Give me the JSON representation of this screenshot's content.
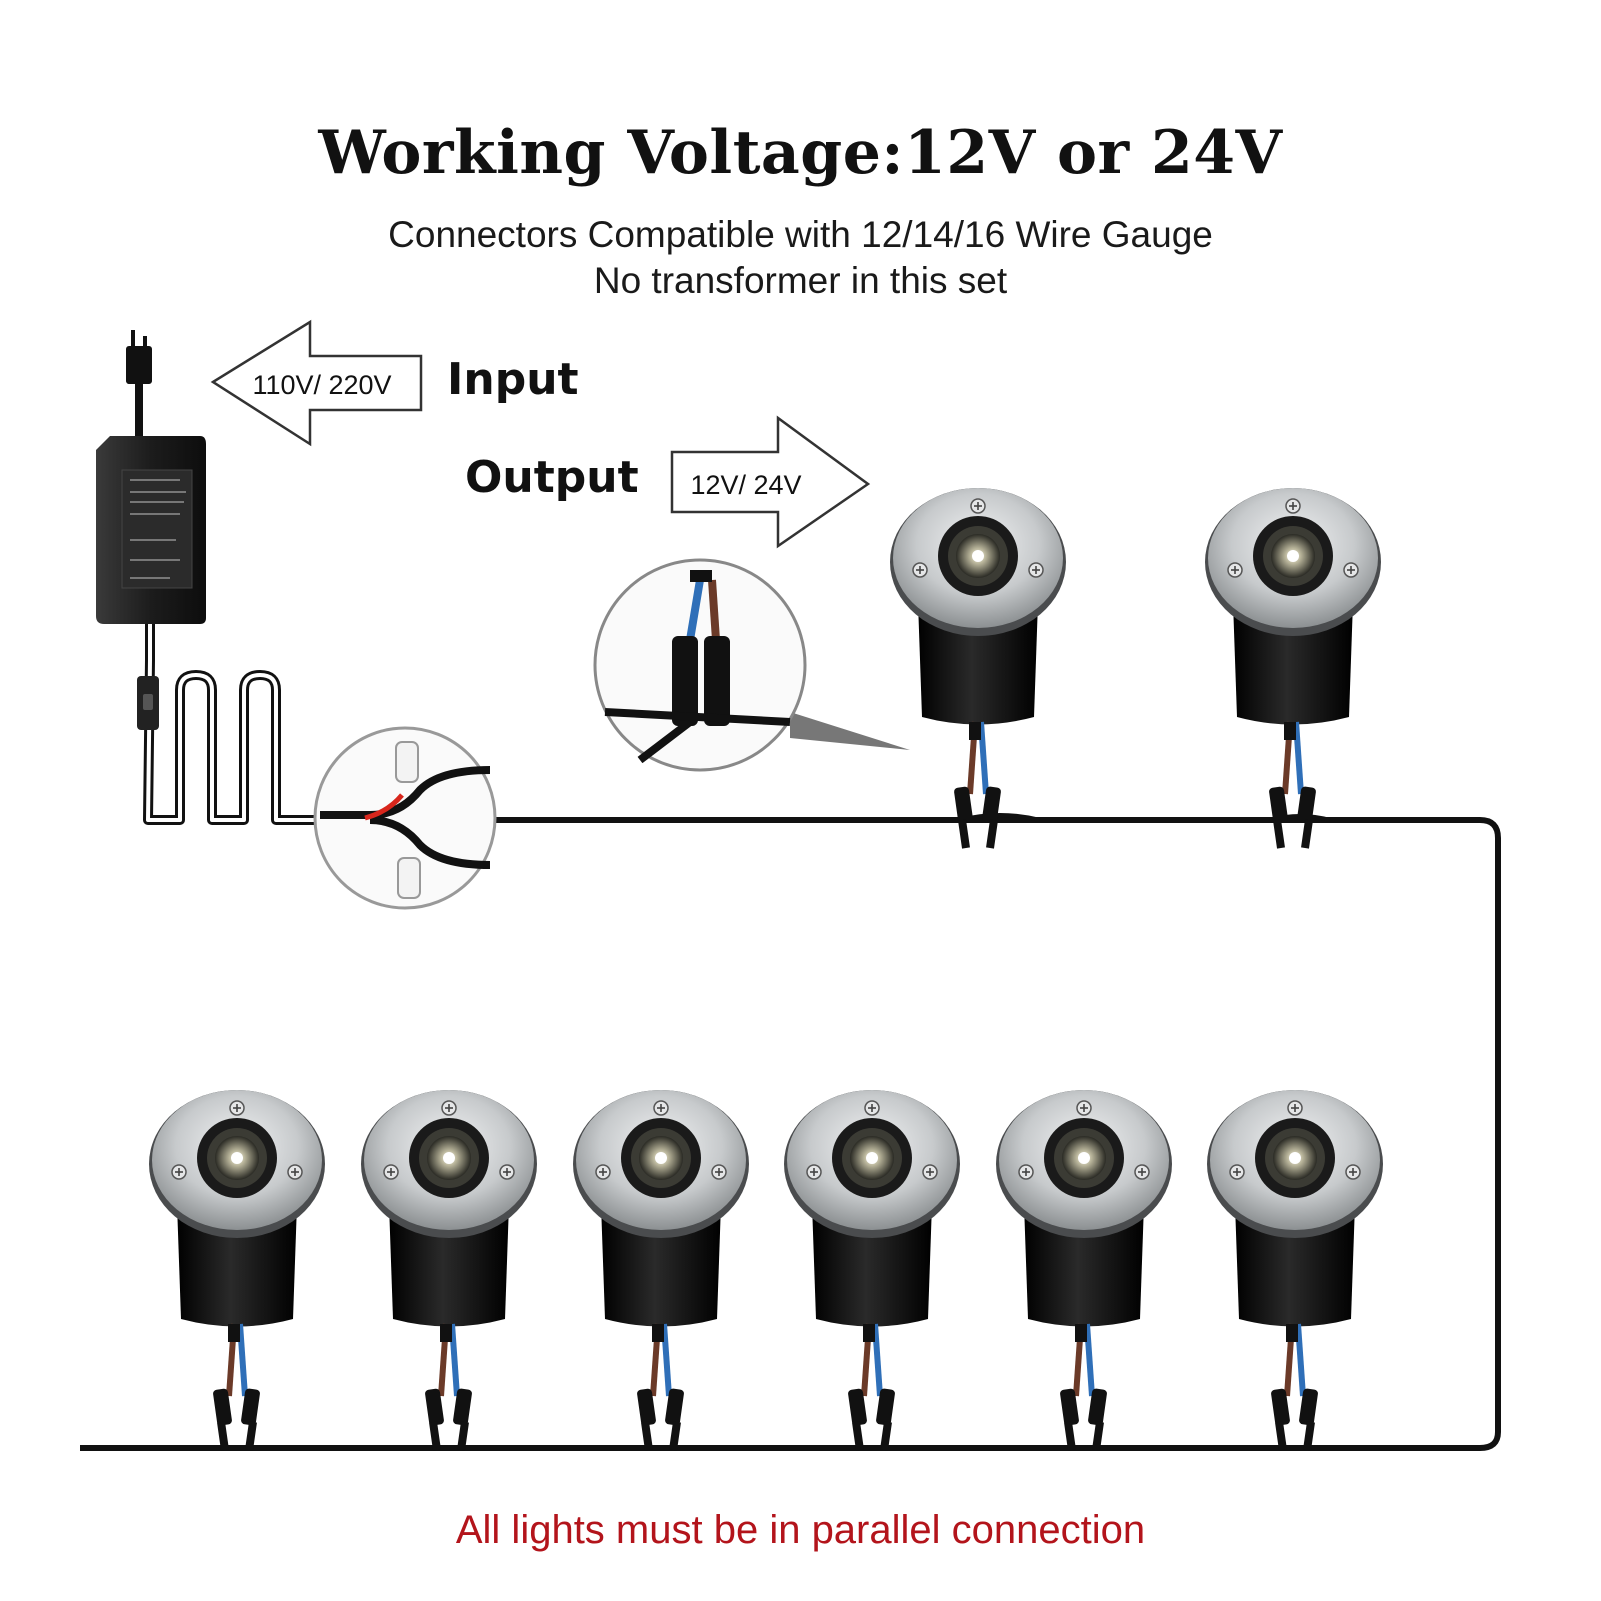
{
  "title": "Working Voltage:12V or 24V",
  "subtitle_line1": "Connectors Compatible with 12/14/16 Wire Gauge",
  "subtitle_line2": "No transformer in this set",
  "input": {
    "label": "Input",
    "voltage": "110V/ 220V"
  },
  "output": {
    "label": "Output",
    "voltage": "12V/ 24V"
  },
  "footer": "All lights must be in parallel connection",
  "colors": {
    "footer": "#b3141b",
    "wire": "#111111",
    "light_body": "#0d0d0d",
    "light_ring": "#c9ccce"
  },
  "lights": {
    "top_row_count": 2,
    "bottom_row_count": 6
  }
}
